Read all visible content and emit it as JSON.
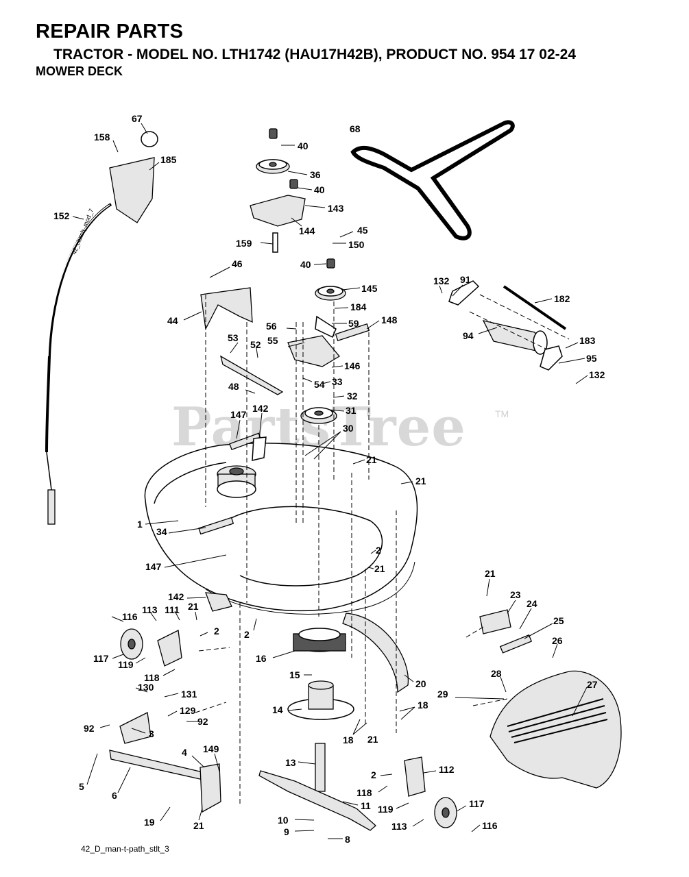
{
  "header": {
    "title": "REPAIR PARTS",
    "subtitle": "TRACTOR - MODEL NO. LTH1742 (HAU17H42B), PRODUCT NO. 954 17 02-24",
    "section": "MOWER DECK"
  },
  "watermark": {
    "text": "PartsTree",
    "tm": "TM"
  },
  "cable_text": "42_clutch_mod_7",
  "footer": "42_D_man-t-path_stlt_3",
  "callouts": [
    "67",
    "158",
    "185",
    "152",
    "40",
    "36",
    "40",
    "143",
    "144",
    "159",
    "68",
    "45",
    "150",
    "40",
    "145",
    "184",
    "59",
    "148",
    "46",
    "44",
    "53",
    "56",
    "55",
    "52",
    "146",
    "54",
    "33",
    "48",
    "32",
    "31",
    "147",
    "142",
    "30",
    "21",
    "21",
    "1",
    "34",
    "147",
    "2",
    "21",
    "142",
    "21",
    "116",
    "113",
    "111",
    "2",
    "2",
    "117",
    "119",
    "118",
    "16",
    "15",
    "20",
    "130",
    "131",
    "129",
    "92",
    "92",
    "3",
    "14",
    "18",
    "18",
    "21",
    "5",
    "6",
    "4",
    "149",
    "13",
    "19",
    "21",
    "11",
    "10",
    "9",
    "8",
    "2",
    "118",
    "119",
    "112",
    "113",
    "117",
    "116",
    "21",
    "23",
    "24",
    "25",
    "26",
    "28",
    "29",
    "27",
    "132",
    "91",
    "182",
    "94",
    "183",
    "95",
    "132"
  ]
}
